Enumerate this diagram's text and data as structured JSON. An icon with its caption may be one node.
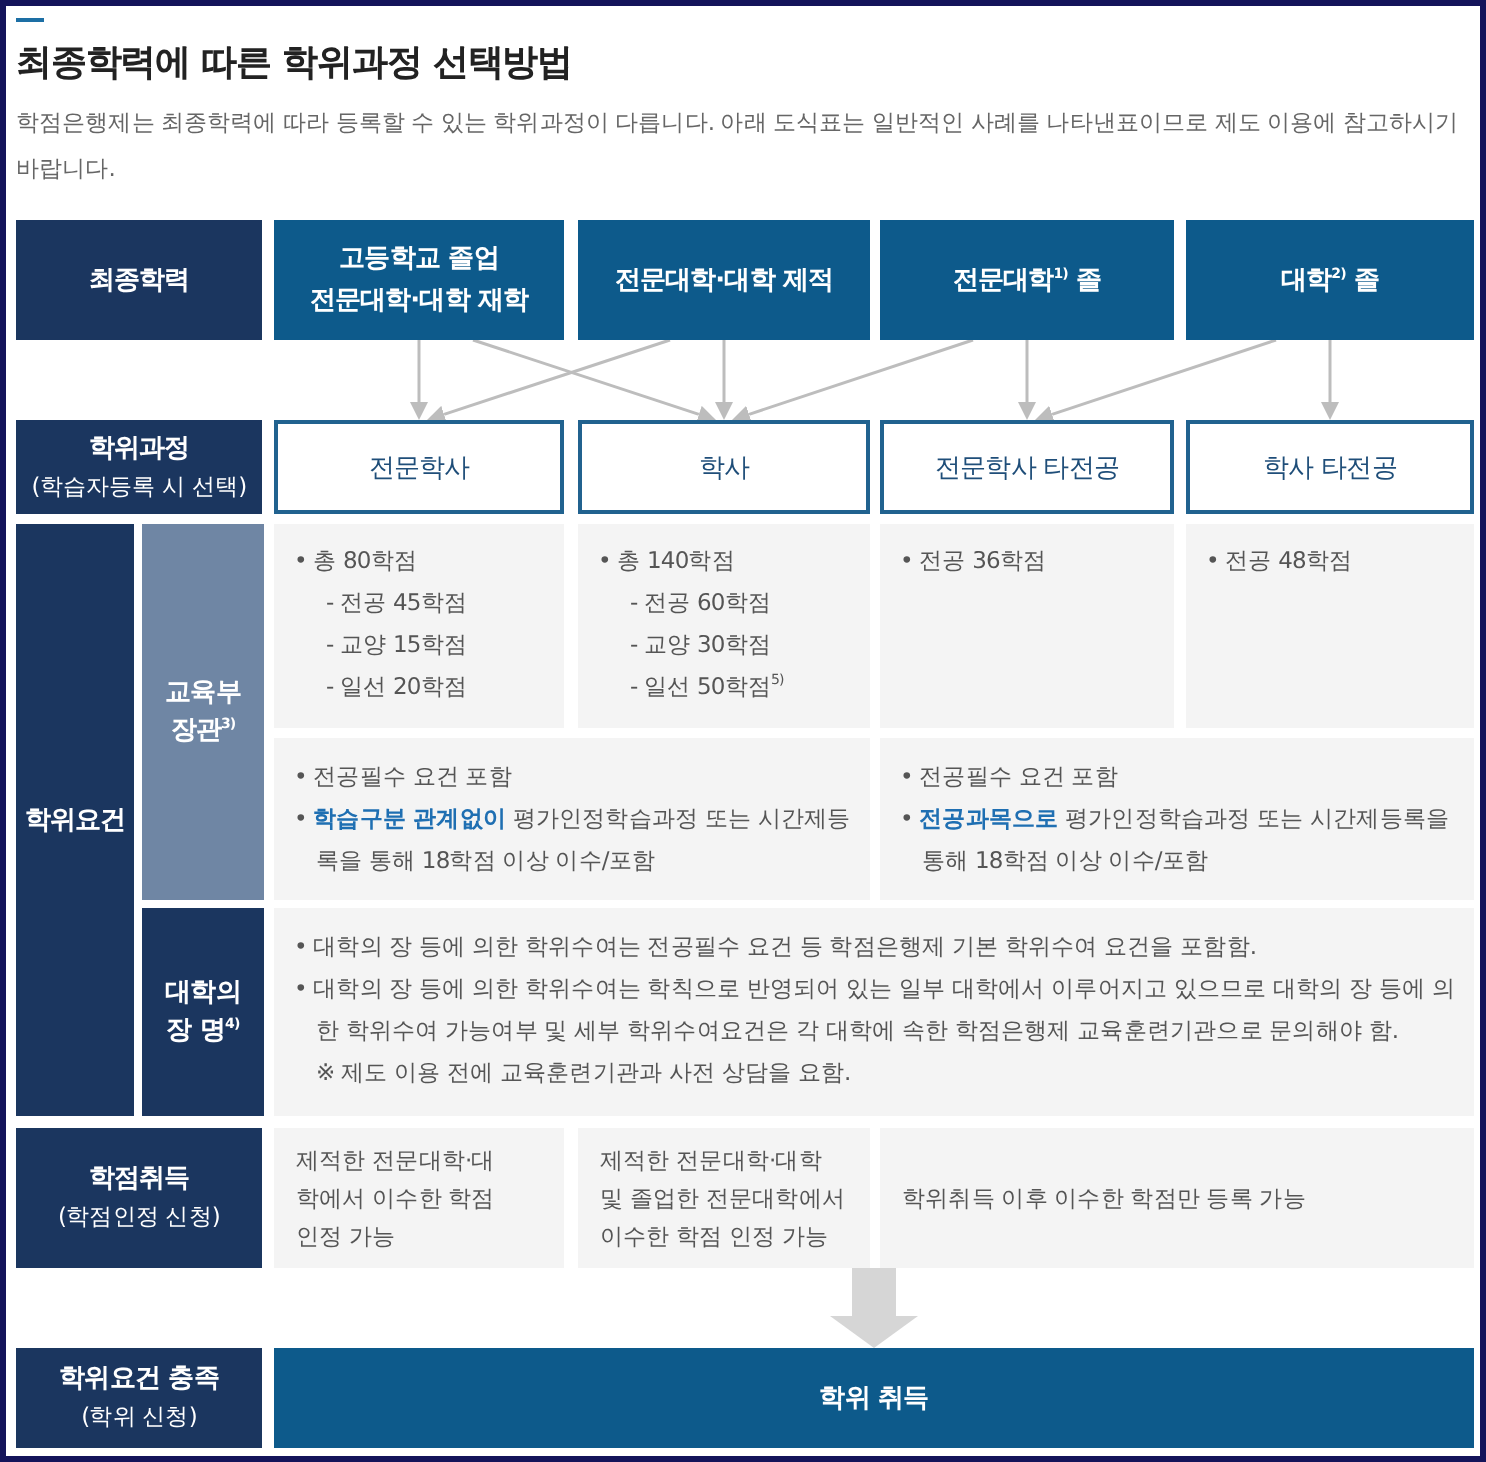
{
  "diagram": {
    "title": "최종학력에 따른 학위과정 선택방법",
    "nodes": [
      {
        "text": [
          "최종학력"
        ]
      },
      {
        "text": [
          "고등학교 졸업",
          "전문대학·대학 재학"
        ]
      },
      {
        "text": [
          "전문대학·대학 제적"
        ]
      },
      {
        "text": [
          "전문대학$^{1)}$ 졸"
        ]
      },
      {
        "text": [
          "대학$^{2)}$ 졸"
        ]
      },
      {
        "text": [
          "학위과정",
          "(학습자등록 시 선택)"
        ]
      },
      {
        "text": [
          "전문학사"
        ]
      },
      {
        "text": [
          "학사"
        ]
      },
      {
        "text": [
          "전문학사 타전공"
        ]
      },
      {
        "text": [
          "학사 타전공"
        ]
      },
      {
        "text": [
          "학위요건"
        ]
      },
      {
        "text": [
          "교육부 장관$^{3)}$"
        ]
      },
      {
        "text": [
          "• 총 80학점",
          "- 전공 45학점",
          "- 교양 15학점",
          "- 일선 20학점"
        ]
      },
      {
        "text": [
          "• 총 140학점",
          "- 전공 60학점",
          "- 교양 30학점",
          "- 일선 50학점$^{5)}$"
        ]
      },
      {
        "text": [
          "• 전공 36학점"
        ]
      },
      {
        "text": [
          "• 전공 48학점"
        ]
      },
      {
        "text": [
          "• 전공필수 요건 포함",
          "• **학습구분 관계없이** 평가인정학습과정 또는 시간제등록을 통해 18학점 이상 이수/포함"
        ]
      },
      {
        "text": [
          "• 전공필수 요건 포함",
          "• **전공과목으로** 평가인정학습과정 또는 시간제등록을 통해 18학점 이상 이수/포함"
        ]
      },
      {
        "text": [
          "대학의 장 명$^{4)}$"
        ]
      },
      {
        "text": [
          "• 대학의 장 등에 의한 학위수여는 전공필수 요건 등 학점은행제 기본 학위수여 요건을 포함함.",
          "• 대학의 장 등에 의한 학위수여는 학칙으로 반영되어 있는 일부 대학에서 이루어지고 있으므로 대학의 장 등에 의한 학위수여 가능여부 및 세부 학위수여요건은 각 대학에 속한 학점은행제 교육훈련기관으로 문의해야 함.",
          "※ 제도 이용 전에 교육훈련기관과 사전 상담을 요함."
        ]
      },
      {
        "text": [
          "학점취득",
          "(학점인정 신청)"
        ]
      },
      {
        "text": [
          "제적한 전문대학·대학에서 이수한 학점 인정 가능"
        ]
      },
      {
        "text": [
          "제적한 전문대학·대학 및 졸업한 전문대학에서 이수한 학점 인정 가능"
        ]
      },
      {
        "text": [
          "학위취득 이후 이수한 학점만 등록 가능"
        ]
      },
      {
        "text": [
          "학위요건 충족",
          "(학위 신청)"
        ]
      },
      {
        "text": [
          "학위 취득"
        ]
      }
    ],
    "edges": [
      {
        "from": 1,
        "to": 6,
        "arrow": "to"
      },
      {
        "from": 1,
        "to": 7,
        "arrow": "to"
      },
      {
        "from": 2,
        "to": 6,
        "arrow": "to"
      },
      {
        "from": 2,
        "to": 7,
        "arrow": "to"
      },
      {
        "from": 3,
        "to": 7,
        "arrow": "to"
      },
      {
        "from": 3,
        "to": 8,
        "arrow": "to"
      },
      {
        "from": 4,
        "to": 8,
        "arrow": "to"
      },
      {
        "from": 4,
        "to": 9,
        "arrow": "to"
      },
      {
        "from": 22,
        "to": 25,
        "arrow": "to",
        "style": "thick",
        "color": "#d6d6d6"
      }
    ],
    "labels": [
      "학점은행제는 최종학력에 따라 등록할 수 있는 학위과정이 다릅니다. 아래 도식표는 일반적인 사례를 나타낸표이므로 제도 이용에 참고하시기 바랍니다."
    ]
  }
}
